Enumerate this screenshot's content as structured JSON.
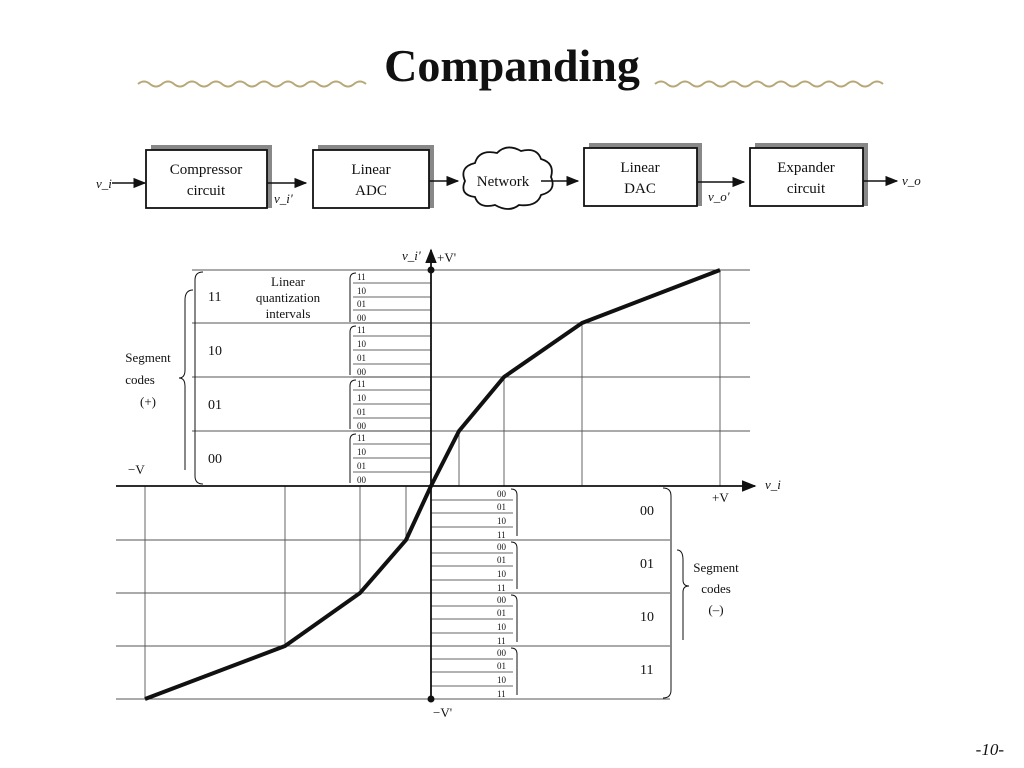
{
  "title": "Companding",
  "page_number": "-10-",
  "block_diagram": {
    "input_label": "v_i",
    "blocks": [
      {
        "line1": "Compressor",
        "line2": "circuit"
      },
      {
        "line1": "Linear",
        "line2": "ADC"
      },
      {
        "line1": "Linear",
        "line2": "DAC"
      },
      {
        "line1": "Expander",
        "line2": "circuit"
      }
    ],
    "network_label": "Network",
    "v_i_prime": "v_i'",
    "v_o_prime": "v_o'",
    "output_label": "v_o"
  },
  "graph": {
    "y_axis_label": "v_i'",
    "pos_v_prime": "+V'",
    "neg_v_prime": "−V'",
    "neg_v": "−V",
    "pos_v": "+V",
    "x_axis_label": "v_i",
    "linear_quant_line1": "Linear",
    "linear_quant_line2": "quantization",
    "linear_quant_line3": "intervals",
    "segment_codes_pos": {
      "line1": "Segment",
      "line2": "codes",
      "line3": "(+)"
    },
    "segment_codes_neg": {
      "line1": "Segment",
      "line2": "codes",
      "line3": "(–)"
    },
    "pos_segment_codes": [
      "11",
      "10",
      "01",
      "00"
    ],
    "neg_segment_codes": [
      "00",
      "01",
      "10",
      "11"
    ],
    "pos_quant_codes": [
      "11",
      "10",
      "01",
      "00"
    ],
    "neg_quant_codes": [
      "00",
      "01",
      "10",
      "11"
    ]
  }
}
